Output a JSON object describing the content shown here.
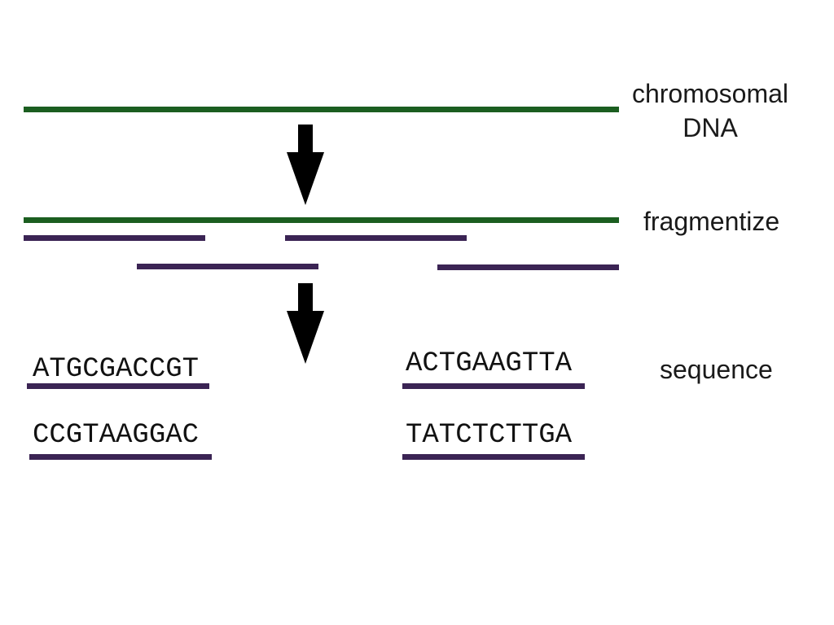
{
  "colors": {
    "dna": "#1b5e20",
    "fragment": "#3b2454",
    "arrow": "#000000"
  },
  "labels": {
    "chromosomal_line1": "chromosomal",
    "chromosomal_line2": "DNA",
    "fragmentize": "fragmentize",
    "sequence": "sequence"
  },
  "reads": {
    "left_top": "ATGCGACCGT",
    "left_bottom": "CCGTAAGGAC",
    "right_top": "ACTGAAGTTA",
    "right_bottom": "TATCTCTTGA"
  },
  "icons": [
    "down-arrow-icon",
    "down-arrow-icon"
  ]
}
